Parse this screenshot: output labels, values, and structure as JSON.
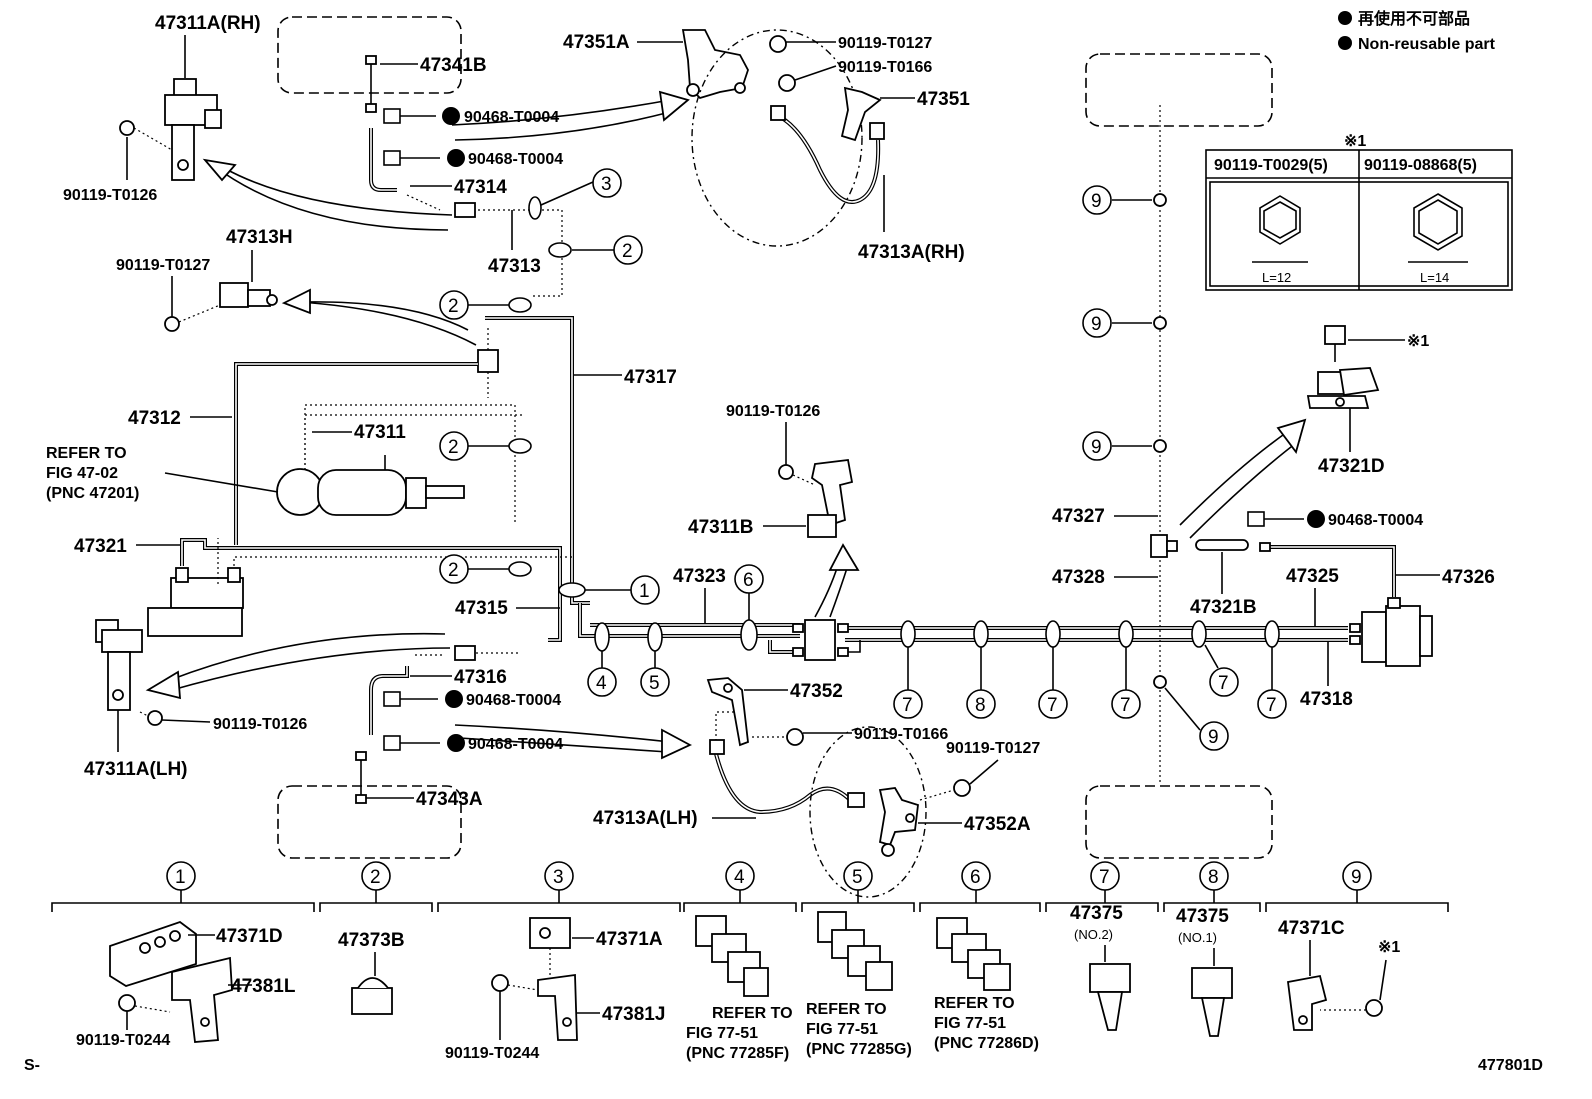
{
  "legend": {
    "bullet_jp": "再使用不可部品",
    "bullet_en": "Non-reusable part"
  },
  "labels": {
    "p47311A_RH": "47311A(RH)",
    "p90119T0126_a": "90119-T0126",
    "p47341B": "47341B",
    "p90468T0004_a": "90468-T0004",
    "p90468T0004_b": "90468-T0004",
    "p47314": "47314",
    "p47313": "47313",
    "p47313H": "47313H",
    "p90119T0127_a": "90119-T0127",
    "p47351A": "47351A",
    "p90119T0127_b": "90119-T0127",
    "p90119T0166_a": "90119-T0166",
    "p47351": "47351",
    "p47313A_RH": "47313A(RH)",
    "p47317": "47317",
    "p47312": "47312",
    "p47311": "47311",
    "refer1_l1": "REFER TO",
    "refer1_l2": "FIG 47-02",
    "refer1_l3": "(PNC 47201)",
    "p47321": "47321",
    "p47315": "47315",
    "p47316": "47316",
    "p90468T0004_c": "90468-T0004",
    "p90468T0004_d": "90468-T0004",
    "p47311A_LH": "47311A(LH)",
    "p90119T0126_b": "90119-T0126",
    "p47343A": "47343A",
    "p90119T0126_c": "90119-T0126",
    "p47311B": "47311B",
    "p47323": "47323",
    "p47352": "47352",
    "p90119T0166_b": "90119-T0166",
    "p90119T0127_c": "90119-T0127",
    "p47352A": "47352A",
    "p47313A_LH": "47313A(LH)",
    "p47327": "47327",
    "p47328": "47328",
    "p47321B": "47321B",
    "p47325": "47325",
    "p47326": "47326",
    "p90468T0004_e": "90468-T0004",
    "p47321D": "47321D",
    "p47318": "47318",
    "mark1_a": "※1",
    "mark1_b": "※1",
    "mark1_c": "※1",
    "bolt_a": "90119-T0029(5)",
    "bolt_b": "90119-08868(5)",
    "len_a": "L=12",
    "len_b": "L=14",
    "p47371D": "47371D",
    "p47381L": "47381L",
    "p90119T0244_a": "90119-T0244",
    "p47373B": "47373B",
    "p47371A": "47371A",
    "p47381J": "47381J",
    "p90119T0244_b": "90119-T0244",
    "ref4_l1": "REFER TO",
    "ref4_l2": "FIG 77-51",
    "ref4_l3": "(PNC 77285F)",
    "ref5_l1": "REFER TO",
    "ref5_l2": "FIG 77-51",
    "ref5_l3": "(PNC 77285G)",
    "ref6_l1": "REFER TO",
    "ref6_l2": "FIG 77-51",
    "ref6_l3": "(PNC 77286D)",
    "p47375_a": "47375",
    "no2": "(NO.2)",
    "p47375_b": "47375",
    "no1": "(NO.1)",
    "p47371C": "47371C",
    "footer_left": "S-",
    "footer_right": "477801D"
  },
  "callouts": {
    "c1": "1",
    "c2": "2",
    "c3": "3",
    "c4": "4",
    "c5": "5",
    "c6": "6",
    "c7": "7",
    "c8": "8",
    "c9": "9"
  }
}
